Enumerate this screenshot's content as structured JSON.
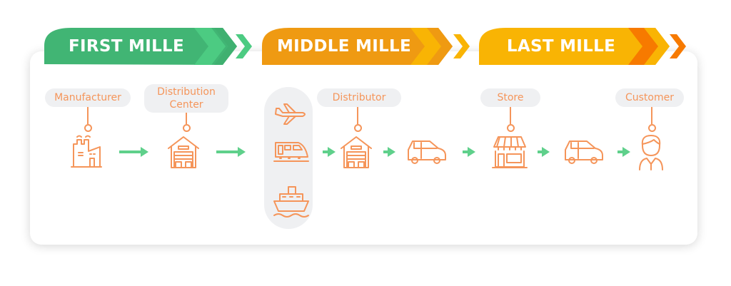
{
  "stages": [
    {
      "label": "FIRST MILLE",
      "color": "#41b574",
      "accent": "#4ccb82"
    },
    {
      "label": "MIDDLE MILLE",
      "color": "#ef9a12",
      "accent": "#f9b404"
    },
    {
      "label": "LAST MILLE",
      "color": "#f9b404",
      "accent": "#f77a00"
    }
  ],
  "nodes": {
    "manufacturer": "Manufacturer",
    "distribution_center": "Distribution Center",
    "distributor": "Distributor",
    "store": "Store",
    "customer": "Customer"
  },
  "colors": {
    "icon": "#f5955a",
    "arrow": "#5fd08b",
    "pill": "#eff0f2"
  }
}
